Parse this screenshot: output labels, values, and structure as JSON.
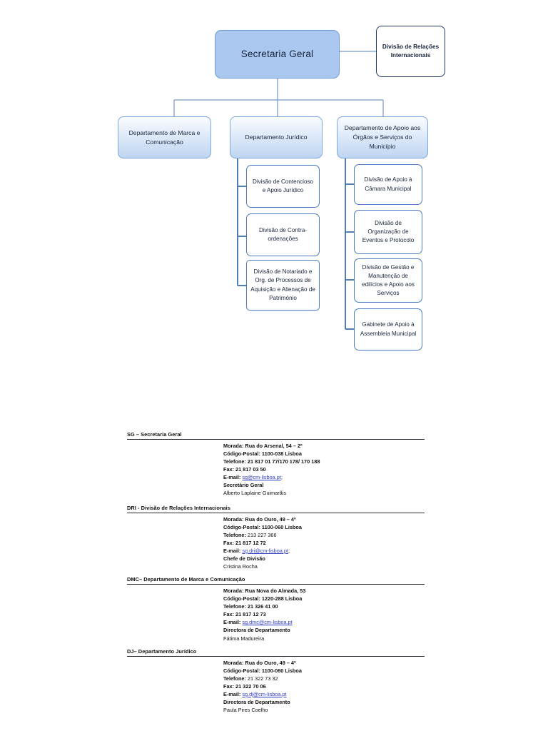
{
  "chart": {
    "root": {
      "label": "Secretaria  Geral"
    },
    "satellite": {
      "label": "Divisão de Relações Internacionais"
    },
    "departments": [
      {
        "label": "Departamento de Marca e Comunicação"
      },
      {
        "label": "Departamento Jurídico"
      },
      {
        "label": "Departamento de Apoio aos Órgãos e Serviços do Município"
      }
    ],
    "juridico_divisions": [
      {
        "label": "Divisão de Contencioso e Apoio Jurídico"
      },
      {
        "label": "Divisão de Contra-ordenações"
      },
      {
        "label": "Divisão de Notariado e Org. de Processos de Aquisição e Alienação de Património"
      }
    ],
    "apoio_divisions": [
      {
        "label": "Divisão de Apoio à Câmara Municipal"
      },
      {
        "label": "Divisão de Organização de Eventos e Protocolo"
      },
      {
        "label": "Divisão de Gestão e Manutenção de edilícios e Apoio aos Serviços"
      },
      {
        "label": "Gabinete de Apoio à Assembleia Municipal"
      }
    ],
    "colors": {
      "root_fill": "#a9c7ef",
      "dept_fill": "#bed5f1",
      "leaf_border": "#4a7cc0",
      "satellite_border": "#1f3864",
      "connector": "#7296c4",
      "connector_dark": "#3f6fa8"
    }
  },
  "directory": {
    "entries": [
      {
        "heading": "SG – Secretaria Geral",
        "morada_label": "Morada:",
        "morada_value": " Rua do Arsenal, 54 – 2º",
        "postal_label": "Código-Postal:",
        "postal_value": " 1100-038 Lisboa",
        "phone_label": "Telefone:",
        "phone_value": " 21 817 01 77/170 178/ 170 188",
        "fax_label": "Fax:",
        "fax_value": " 21 817 03 50",
        "email_label": "E-mail:",
        "email_value": "sg@cm-lisboa.pt",
        "email_suffix": ";",
        "role": "Secretário Geral",
        "person": "Alberto Laplaine Guimarãis"
      },
      {
        "heading": "DRI - Divisão de Relações Internacionais",
        "morada_label": "Morada:",
        "morada_value": " Rua do Ouro, 49 – 4º",
        "postal_label": "Código-Postal:",
        "postal_value": " 1100-060 Lisboa",
        "phone_label": "Telefone:",
        "phone_value": " 213 227 366",
        "fax_label": "Fax:",
        "fax_value": " 21 817 12 72",
        "email_label": "E-mail:",
        "email_value": "sg.dri@cm-lisboa.pt",
        "email_suffix": ";",
        "role": "Chefe de Divisão",
        "person": "Cristina Rocha"
      },
      {
        "heading": "DMC– Departamento de Marca e Comunicação",
        "morada_label": "Morada:",
        "morada_value": " Rua Nova do Almada, 53",
        "postal_label": "Código-Postal:",
        "postal_value": " 1220-288 Lisboa",
        "phone_label": "Telefone:",
        "phone_value": " 21 326 41 00",
        "fax_label": "Fax:",
        "fax_value": " 21 817 12 73",
        "email_label": "E-mail:",
        "email_value": "sg.dmc@cm-lisboa.pt",
        "email_suffix": "",
        "role": "Directora de Departamento",
        "person": "Fátima Madureira"
      },
      {
        "heading": "DJ– Departamento Jurídico",
        "morada_label": "Morada:",
        "morada_value": " Rua do Ouro, 49 – 4º",
        "postal_label": "Código-Postal:",
        "postal_value": " 1100-060 Lisboa",
        "phone_label": "Telefone:",
        "phone_value": " 21 322 73 32",
        "fax_label": "Fax:",
        "fax_value": " 21 322 70 06",
        "email_label": "E-mail:",
        "email_value": "sg.dj@cm-lisboa.pt",
        "email_suffix": "",
        "role": "Directora de Departamento",
        "person": "Paula Pires Coelho"
      }
    ]
  }
}
